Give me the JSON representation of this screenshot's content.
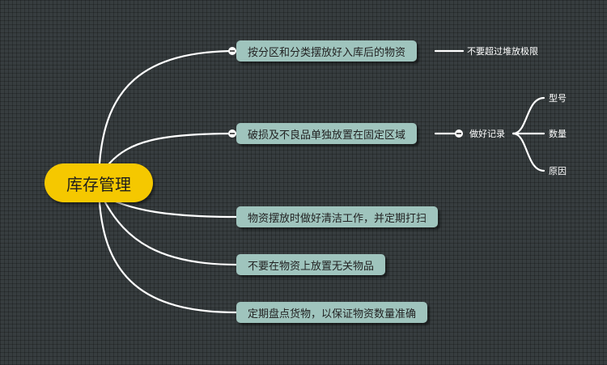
{
  "root": {
    "label": "库存管理"
  },
  "branches": [
    {
      "label": "按分区和分类摆放好入库后的物资"
    },
    {
      "label": "破损及不良品单独放置在固定区域"
    },
    {
      "label": "物资摆放时做好清洁工作，并定期打扫"
    },
    {
      "label": "不要在物资上放置无关物品"
    },
    {
      "label": "定期盘点货物，以保证物资数量准确"
    }
  ],
  "sub_topics": {
    "stack_limit": "不要超过堆放极限",
    "record": "做好记录",
    "record_items": [
      "型号",
      "数量",
      "原因"
    ]
  },
  "colors": {
    "background": "#373d3f",
    "root_fill": "#f5c800",
    "branch_fill": "#9fc4bd",
    "connector": "#ffffff"
  }
}
